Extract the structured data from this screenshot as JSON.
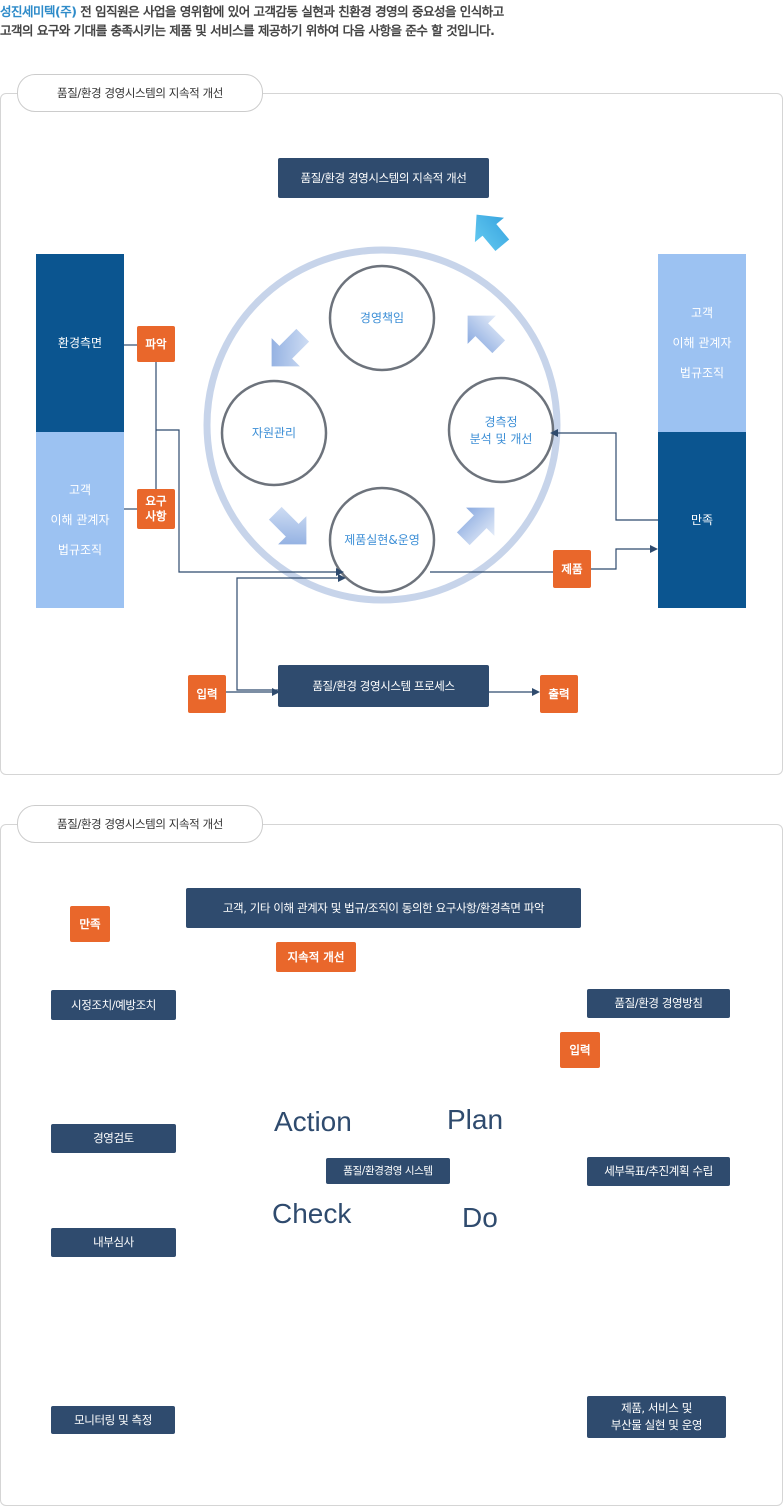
{
  "intro": {
    "company": "성진세미텍(주)",
    "line1_rest": " 전 임직원은 사업을 영위함에 있어 고객감동 실현과 친환경 경영의 중요성을 인식하고",
    "line2": "고객의 요구와 기대를 충족시키는 제품 및 서비스를 제공하기 위하여 다음 사항을 준수 할 것입니다."
  },
  "section1": {
    "tag": "품질/환경 경영시스템의 지속적 개선",
    "top_box": "품질/환경 경영시스템의 지속적 개선",
    "left_top": "환경측면",
    "left_bottom": [
      "고객",
      "이해 관계자",
      "법규조직"
    ],
    "right_top": [
      "고객",
      "이해 관계자",
      "법규조직"
    ],
    "right_bottom": "만족",
    "badge_grasp": "파악",
    "badge_req": [
      "요구",
      "사항"
    ],
    "badge_product": "제품",
    "badge_input": "입력",
    "badge_output": "출력",
    "process_box": "품질/환경 경영시스템 프로세스",
    "circles": {
      "mgmt": "경영책임",
      "resource": "자원관리",
      "measure": [
        "경측정",
        "분석 및 개선"
      ],
      "product": "제품실현&운영"
    }
  },
  "section2": {
    "tag": "품질/환경 경영시스템의 지속적 개선",
    "top_box": "고객, 기타 이해 관계자 및 법규/조직이 동의한 요구사항/환경측면 파악",
    "badge_satisfy": "만족",
    "badge_improve": "지속적 개선",
    "badge_input": "입력",
    "left_boxes": {
      "corrective": "시정조치/예방조치",
      "review": "경영검토",
      "audit": "내부심사",
      "monitor": "모니터링 및 측정"
    },
    "right_boxes": {
      "policy": "품질/환경 경영방침",
      "goals": "세부목표/추진계획 수립",
      "realize": [
        "제품, 서비스 및",
        "부산물 실현 및 운영"
      ]
    },
    "center": "품질/환경경영 시스템",
    "pdca": {
      "action": "Action",
      "plan": "Plan",
      "check": "Check",
      "do": "Do"
    }
  },
  "colors": {
    "navy": "#2f4b6e",
    "orange": "#e9672b",
    "dark_blue": "#0b5590",
    "light_blue": "#9cc2f2",
    "accent": "#2e8bc9"
  }
}
